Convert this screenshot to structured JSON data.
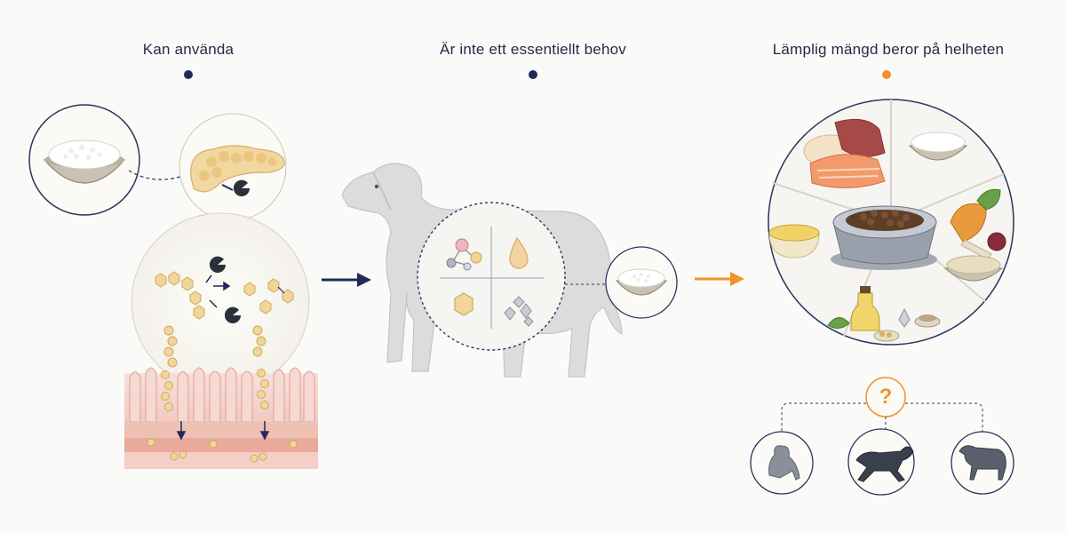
{
  "columns": [
    {
      "heading": "Kan använda",
      "dot_color": "#1f2a5a"
    },
    {
      "heading": "Är inte ett essentiellt behov",
      "dot_color": "#1f2a5a"
    },
    {
      "heading": "Lämplig mängd beror på helheten",
      "dot_color": "#f0932b"
    }
  ],
  "question": {
    "symbol": "?",
    "color": "#f0932b"
  },
  "colors": {
    "navy": "#1f2a5a",
    "orange": "#f0932b",
    "outline": "#2a3560",
    "granule": "#e8cf8e",
    "intestine": "#f2c6bd",
    "dog_body": "#d9d9d9"
  },
  "icons": {
    "rice_bowl": "rice-bowl-icon",
    "pancreas": "pancreas-icon",
    "enzyme": "enzyme-pacman-icon",
    "intestine": "intestinal-villi-icon",
    "dog": "dog-silhouette-icon",
    "nutrients": "nutrient-quadrants-icon",
    "food_plate": "balanced-food-wheel-icon",
    "kibble": "kibble-bowl-icon"
  }
}
